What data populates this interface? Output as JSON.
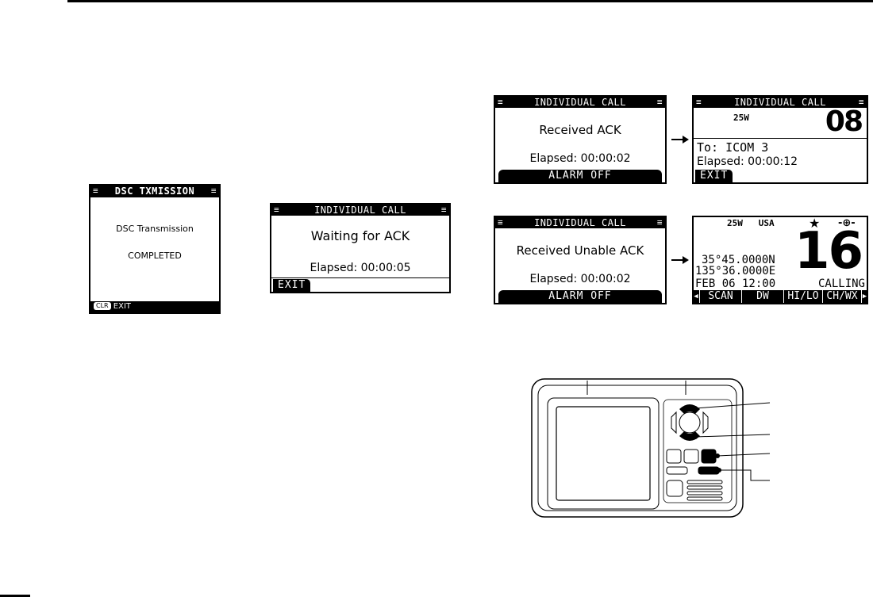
{
  "dsc_screen": {
    "title": "DSC TXMISSION",
    "line1": "DSC Transmission",
    "line2": "COMPLETED",
    "clr_label": "CLR",
    "exit_label": "EXIT"
  },
  "waiting_screen": {
    "title": "INDIVIDUAL CALL",
    "message": "Waiting for ACK",
    "elapsed": "Elapsed: 00:00:05",
    "softkey": "EXIT"
  },
  "received_ack_screen": {
    "title": "INDIVIDUAL CALL",
    "message": "Received ACK",
    "elapsed": "Elapsed: 00:00:02",
    "softkey": "ALARM OFF"
  },
  "call_result_screen": {
    "title": "INDIVIDUAL CALL",
    "power": "25W",
    "channel": "08",
    "to": "To: ICOM 3",
    "elapsed": "Elapsed: 00:00:12",
    "softkey": "EXIT"
  },
  "unable_ack_screen": {
    "title": "INDIVIDUAL CALL",
    "message": "Received Unable ACK",
    "elapsed": "Elapsed: 00:00:02",
    "softkey": "ALARM OFF"
  },
  "normal_screen": {
    "power": "25W",
    "region": "USA",
    "channel": "16",
    "lat": "35°45.0000N",
    "lon": "135°36.0000E",
    "datetime": "FEB 06 12:00",
    "status": "CALLING",
    "softkeys": [
      "SCAN",
      "DW",
      "HI/LO",
      "CH/WX"
    ]
  }
}
